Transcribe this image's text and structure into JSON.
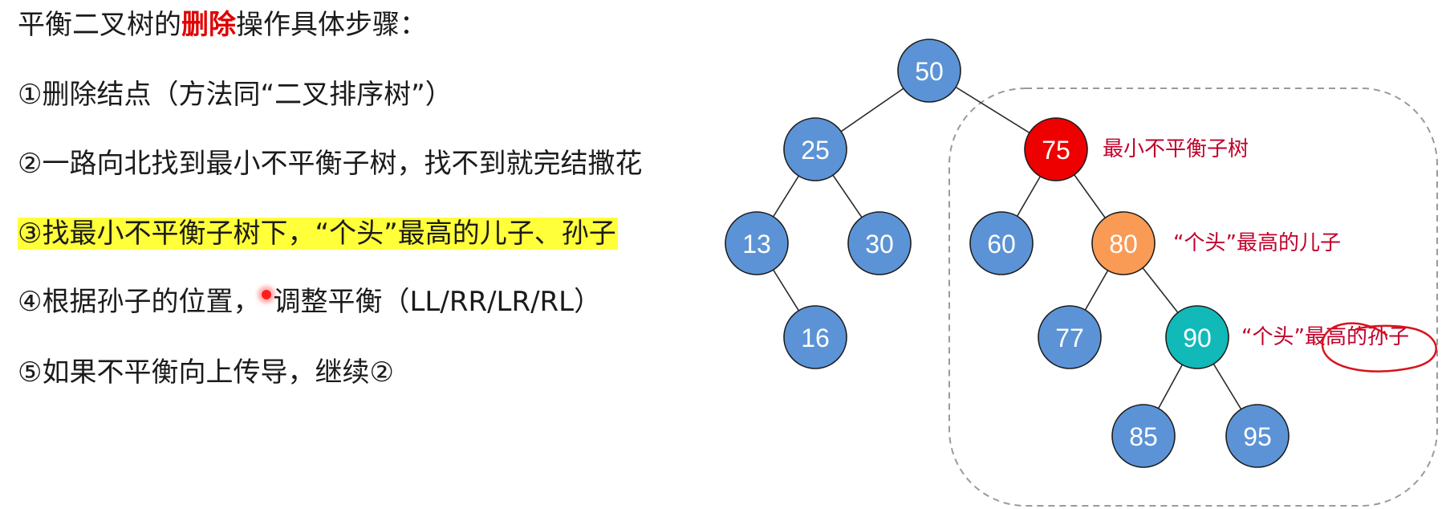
{
  "text": {
    "title_prefix": "平衡二叉树的",
    "title_keyword": "删除",
    "title_suffix": "操作具体步骤：",
    "step1": "①删除结点（方法同“二叉排序树”）",
    "step2": "②一路向北找到最小不平衡子树，找不到就完结撒花",
    "step3": "③找最小不平衡子树下，“个头”最高的儿子、孙子",
    "step4_part1": "④根据孙子的位置，",
    "step4_part2": "调整平衡（LL/RR/LR/RL）",
    "step5": "⑤如果不平衡向上传导，继续②"
  },
  "colors": {
    "node_default": "#5b93d6",
    "node_unbalanced": "#ee0000",
    "node_tall_child": "#f99a55",
    "node_tall_grandchild": "#12b9b9",
    "node_stroke": "#1c1c1c",
    "edge": "#2a2a2a",
    "annotation": "#c0002a",
    "highlight": "#ffff3a",
    "keyword": "#e00000",
    "dashed_region": "#9a9a9a"
  },
  "tree": {
    "nodes": [
      {
        "id": "n50",
        "label": "50",
        "role": "default"
      },
      {
        "id": "n25",
        "label": "25",
        "role": "default"
      },
      {
        "id": "n75",
        "label": "75",
        "role": "unbalanced"
      },
      {
        "id": "n13",
        "label": "13",
        "role": "default"
      },
      {
        "id": "n30",
        "label": "30",
        "role": "default"
      },
      {
        "id": "n60",
        "label": "60",
        "role": "default"
      },
      {
        "id": "n80",
        "label": "80",
        "role": "tall_child"
      },
      {
        "id": "n16",
        "label": "16",
        "role": "default"
      },
      {
        "id": "n77",
        "label": "77",
        "role": "default"
      },
      {
        "id": "n90",
        "label": "90",
        "role": "tall_grandchild"
      },
      {
        "id": "n85",
        "label": "85",
        "role": "default"
      },
      {
        "id": "n95",
        "label": "95",
        "role": "default"
      }
    ],
    "edges": [
      [
        "n50",
        "n25"
      ],
      [
        "n50",
        "n75"
      ],
      [
        "n25",
        "n13"
      ],
      [
        "n25",
        "n30"
      ],
      [
        "n13",
        "n16"
      ],
      [
        "n75",
        "n60"
      ],
      [
        "n75",
        "n80"
      ],
      [
        "n80",
        "n77"
      ],
      [
        "n80",
        "n90"
      ],
      [
        "n90",
        "n85"
      ],
      [
        "n90",
        "n95"
      ]
    ],
    "annotations": [
      {
        "node": "n75",
        "text": "最小不平衡子树"
      },
      {
        "node": "n80",
        "text": "“个头”最高的儿子"
      },
      {
        "node": "n90",
        "text": "“个头”最高的孙子"
      }
    ]
  }
}
